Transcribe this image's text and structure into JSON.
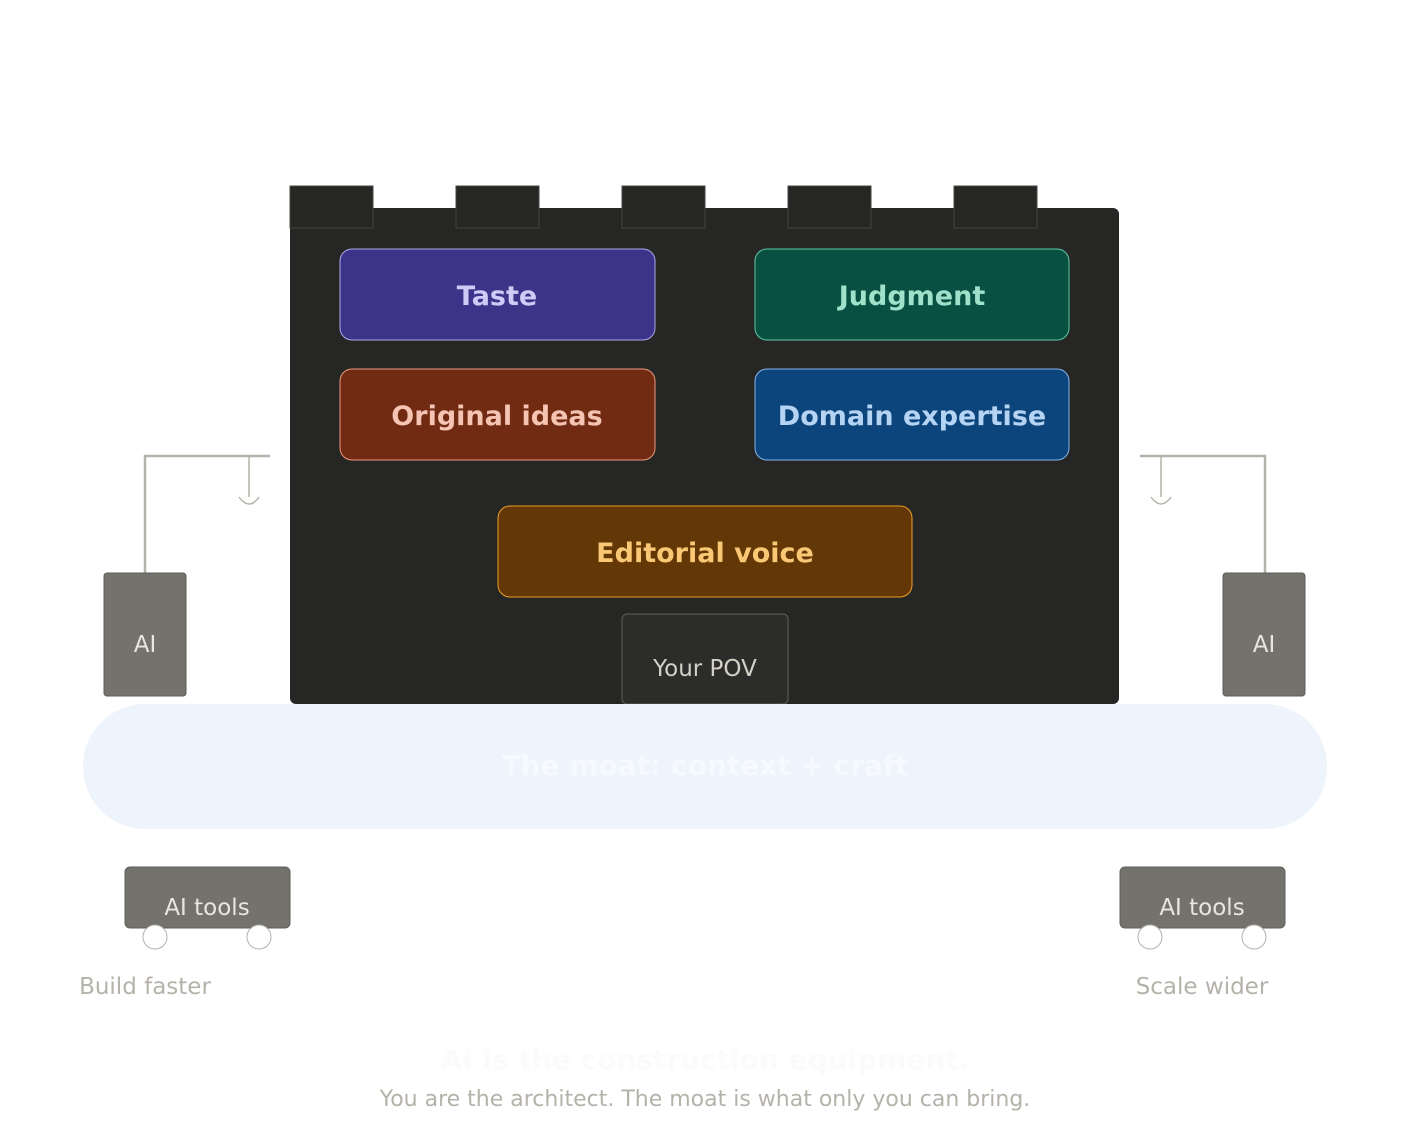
{
  "castle": {
    "blocks": [
      {
        "id": "taste",
        "label": "Taste",
        "fill": "#3c3489",
        "stroke": "#afa9ec",
        "text_color": "#cecbf6"
      },
      {
        "id": "judgment",
        "label": "Judgment",
        "fill": "#085041",
        "stroke": "#5dcaa5",
        "text_color": "#9fe1cb"
      },
      {
        "id": "original-ideas",
        "label": "Original ideas",
        "fill": "#712b13",
        "stroke": "#f0997b",
        "text_color": "#f5c4b3"
      },
      {
        "id": "domain-expertise",
        "label": "Domain expertise",
        "fill": "#0c447c",
        "stroke": "#85b7eb",
        "text_color": "#b5d4f4"
      },
      {
        "id": "editorial-voice",
        "label": "Editorial voice",
        "fill": "#633806",
        "stroke": "#ef9f27",
        "text_color": "#fac775"
      }
    ],
    "door_label": "Your POV"
  },
  "cranes": {
    "left_label": "AI",
    "right_label": "AI"
  },
  "moat": {
    "label": "The moat: context + craft"
  },
  "vehicles": {
    "left": {
      "label": "AI tools",
      "caption": "Build faster"
    },
    "right": {
      "label": "AI tools",
      "caption": "Scale wider"
    }
  },
  "footer": {
    "headline": "AI is the construction equipment.",
    "subline": "You are the architect. The moat is what only you can bring."
  },
  "colors": {
    "castle_fill": "#262624",
    "crane_box": "#73726c",
    "crane_line": "#b4b2a9",
    "moat_fill": "#eef4fb",
    "muted_text": "#b4b2a9",
    "light_text": "#e8e6df"
  }
}
